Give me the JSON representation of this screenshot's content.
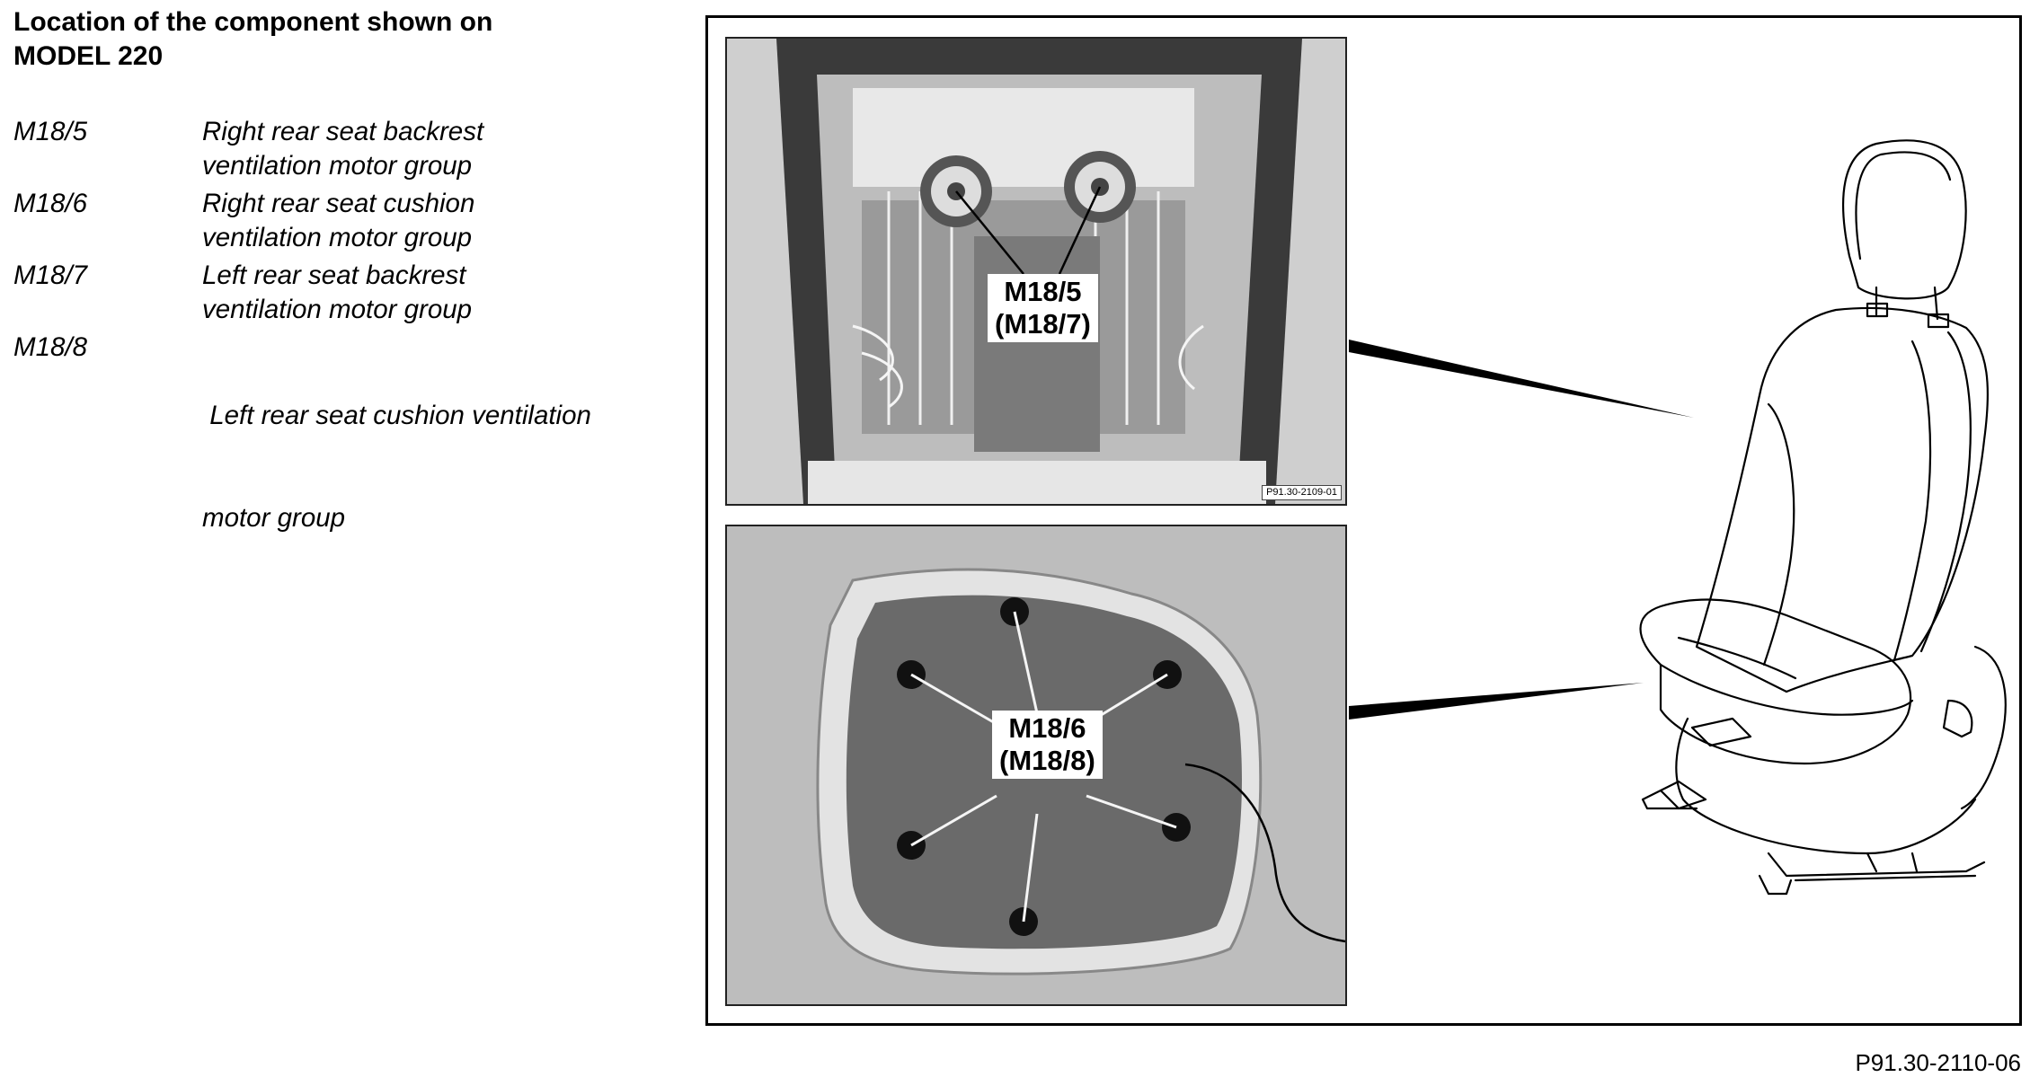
{
  "title": {
    "line1": "Location of the component shown on",
    "line2": "MODEL 220"
  },
  "legend": [
    {
      "code": "M18/5",
      "line1": "Right rear seat backrest",
      "line2": "ventilation motor group"
    },
    {
      "code": "M18/6",
      "line1": "Right rear seat cushion",
      "line2": "ventilation motor group"
    },
    {
      "code": "M18/7",
      "line1": "Left rear seat backrest",
      "line2": "ventilation motor group"
    },
    {
      "code": "M18/8",
      "line1": " Left rear seat cushion ventilation",
      "line2": "motor group"
    }
  ],
  "top_photo": {
    "label_line1": "M18/5",
    "label_line2": "(M18/7)",
    "ref": "P91.30-2109-01"
  },
  "bottom_photo": {
    "label_line1": "M18/6",
    "label_line2": "(M18/8)"
  },
  "figure_id": "P91.30-2110-06"
}
